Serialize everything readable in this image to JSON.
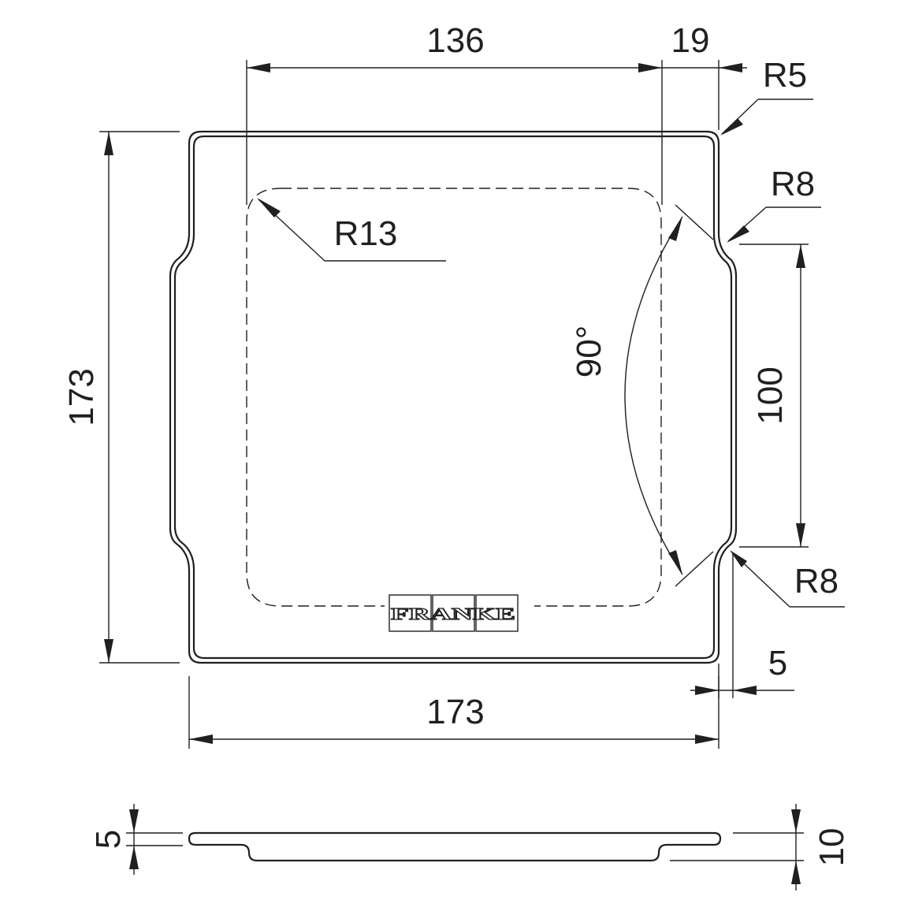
{
  "brand": {
    "logo_text": "FRANKE"
  },
  "dimensions": {
    "inner_width": "136",
    "offset_right": "19",
    "corner_radius": "R5",
    "notch_radius_top": "R8",
    "inner_radius": "R13",
    "angle": "90°",
    "notch_length": "100",
    "notch_radius_bottom": "R8",
    "notch_depth": "5",
    "overall_width": "173",
    "overall_height": "173",
    "plate_thickness": "5",
    "total_height": "10"
  }
}
